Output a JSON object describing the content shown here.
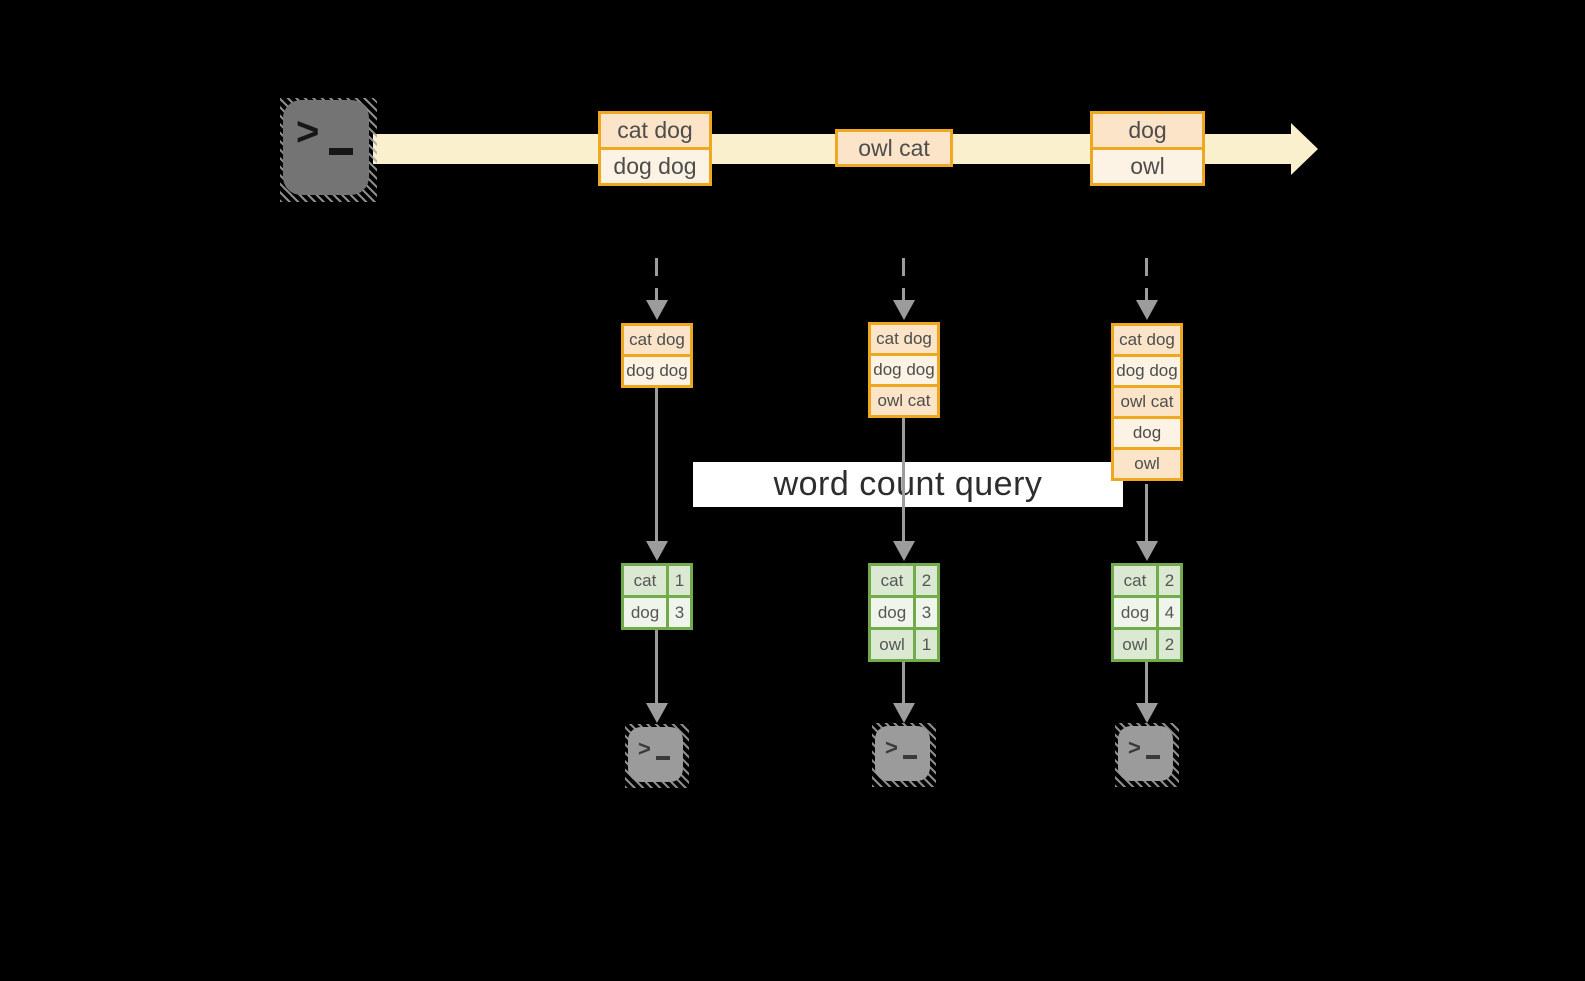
{
  "diagram": {
    "query_label": "word count query"
  },
  "timeline": {
    "groups": [
      {
        "cells": [
          {
            "text": "cat dog"
          },
          {
            "text": "dog dog"
          }
        ]
      },
      {
        "cells": [
          {
            "text": "owl cat"
          }
        ]
      },
      {
        "cells": [
          {
            "text": "dog"
          },
          {
            "text": "owl"
          }
        ]
      }
    ]
  },
  "stacks": [
    {
      "cells": [
        {
          "text": "cat dog"
        },
        {
          "text": "dog dog"
        }
      ]
    },
    {
      "cells": [
        {
          "text": "cat dog"
        },
        {
          "text": "dog dog"
        },
        {
          "text": "owl cat"
        }
      ]
    },
    {
      "cells": [
        {
          "text": "cat dog"
        },
        {
          "text": "dog dog"
        },
        {
          "text": "owl cat"
        },
        {
          "text": "dog"
        },
        {
          "text": "owl"
        }
      ]
    }
  ],
  "count_tables": [
    {
      "rows": [
        {
          "word": "cat",
          "count": "1"
        },
        {
          "word": "dog",
          "count": "3"
        }
      ]
    },
    {
      "rows": [
        {
          "word": "cat",
          "count": "2"
        },
        {
          "word": "dog",
          "count": "3"
        },
        {
          "word": "owl",
          "count": "1"
        }
      ]
    },
    {
      "rows": [
        {
          "word": "cat",
          "count": "2"
        },
        {
          "word": "dog",
          "count": "4"
        },
        {
          "word": "owl",
          "count": "2"
        }
      ]
    }
  ],
  "icons": {
    "source": "terminal-icon",
    "sinks": [
      "terminal-icon",
      "terminal-icon",
      "terminal-icon"
    ],
    "prompt_glyph": ">"
  },
  "colors": {
    "background": "#000000",
    "stream_arrow": "#FBF0CD",
    "box_border": "#EDA81F",
    "box_fill_dark": "#FBE4C7",
    "box_fill_light": "#FDF3E4",
    "table_border": "#72AB4B",
    "table_fill_dark": "#DBE8D2",
    "table_fill_light": "#F0F5EC",
    "flow_arrow": "#9C9C9C",
    "label_bg": "#FFFFFF"
  }
}
